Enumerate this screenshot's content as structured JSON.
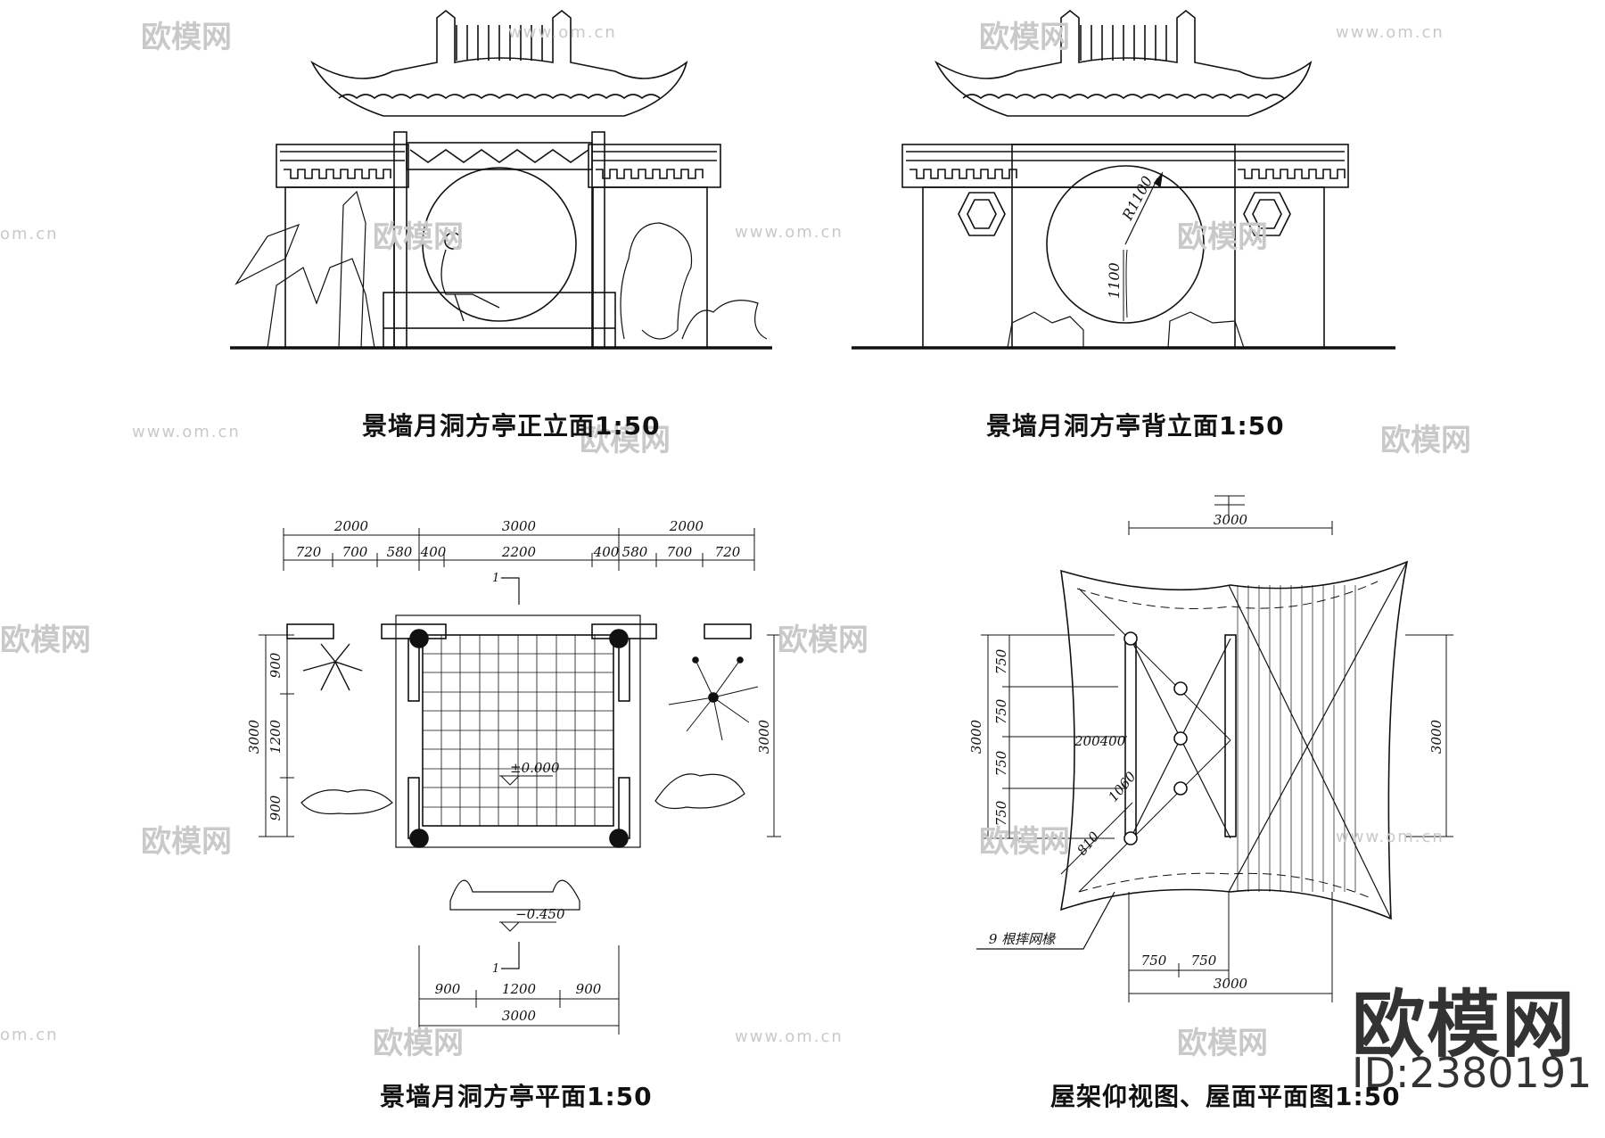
{
  "titles": {
    "front_elevation": "景墙月洞方亭正立面1:50",
    "back_elevation": "景墙月洞方亭背立面1:50",
    "plan": "景墙月洞方亭平面1:50",
    "roof": "屋架仰视图、屋面平面图1:50"
  },
  "back_elevation_dims": {
    "radius": "R1100",
    "height": "1100"
  },
  "plan_dims": {
    "top_total": [
      "2000",
      "3000",
      "2000"
    ],
    "top_detail": [
      "720",
      "700",
      "580",
      "400",
      "2200",
      "400",
      "580",
      "700",
      "720"
    ],
    "left": [
      "900",
      "1200",
      "900"
    ],
    "left_total": "3000",
    "right_total": "3000",
    "bottom": [
      "900",
      "1200",
      "900"
    ],
    "bottom_total": "3000",
    "level_floor": "±0.000",
    "level_step": "−0.450",
    "section_mark": "1"
  },
  "roof_dims": {
    "top": "3000",
    "left": [
      "750",
      "750",
      "750",
      "750"
    ],
    "left_total": "3000",
    "right_total": "3000",
    "rafter_spacing": "200400",
    "diagonal": "1060",
    "corner": "810",
    "bottom": [
      "750",
      "750"
    ],
    "bottom_total": "3000",
    "note": "9 根摔网椽"
  },
  "watermark": {
    "brand_cn": "欧模网",
    "url": "www.om.cn",
    "url_short": "om.cn"
  },
  "brand": {
    "logo": "欧模网",
    "id": "ID:2380191"
  }
}
